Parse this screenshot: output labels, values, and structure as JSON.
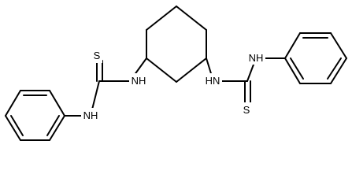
{
  "diagram": {
    "type": "chemical-structure",
    "colors": {
      "bond": "#000000",
      "background": "#ffffff"
    },
    "atom_labels": {
      "nh_left_upper": "NH",
      "nh_left_lower": "NH",
      "s_left": "S",
      "nh_right_lower": "HN",
      "nh_right_upper": "NH",
      "s_right": "S"
    }
  }
}
